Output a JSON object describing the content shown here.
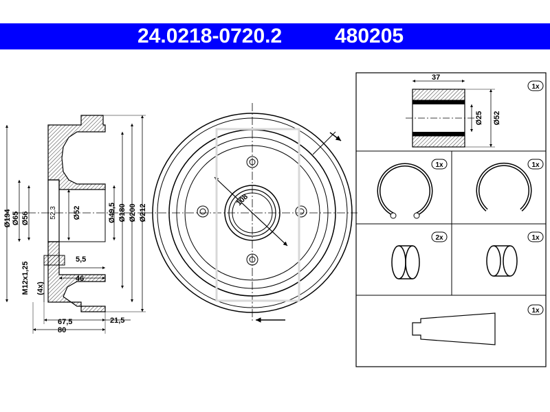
{
  "header": {
    "part_number": "24.0218-0720.2",
    "reference_number": "480205",
    "background_color": "#0000ff",
    "text_color": "#ffffff"
  },
  "section_view": {
    "diameters": [
      "Ø194",
      "Ø65",
      "Ø56",
      "Ø52",
      "Ø49,5",
      "Ø180",
      "Ø200",
      "Ø212"
    ],
    "inner_dims": [
      "52,3"
    ],
    "thread": "M12x1,25",
    "thread_count": "(4x)",
    "lengths": [
      "5,5",
      "46",
      "67,5",
      "80",
      "21,5"
    ]
  },
  "front_view": {
    "bolt_circle": "108"
  },
  "kit_contents": {
    "bearing": {
      "width": "37",
      "inner_diameter": "Ø25",
      "outer_diameter": "Ø52",
      "quantity": "1x"
    },
    "circlip_left": {
      "quantity": "1x"
    },
    "circlip_right": {
      "quantity": "1x"
    },
    "ring_left": {
      "quantity": "2x"
    },
    "ring_right": {
      "quantity": "1x"
    },
    "cap": {
      "quantity": "1x"
    }
  }
}
